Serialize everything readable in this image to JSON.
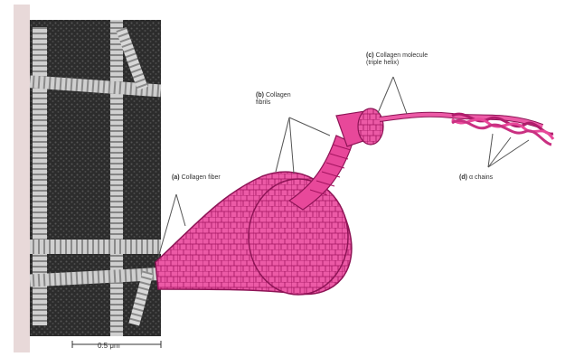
{
  "labels": {
    "a": {
      "letter": "(a)",
      "text": "Collagen fiber"
    },
    "b": {
      "letter": "(b)",
      "text": "Collagen fibrils"
    },
    "c": {
      "letter": "(c)",
      "text": "Collagen molecule (triple helix)"
    },
    "d": {
      "letter": "(d)",
      "text": "α chains"
    }
  },
  "scale_bar": {
    "label": "0.5 μm"
  },
  "colors": {
    "collagen": "#e8489a",
    "collagen_dark": "#b01d6c",
    "micrograph_bg": "#2a2a2a",
    "fiber_light": "#e0e0e0"
  }
}
